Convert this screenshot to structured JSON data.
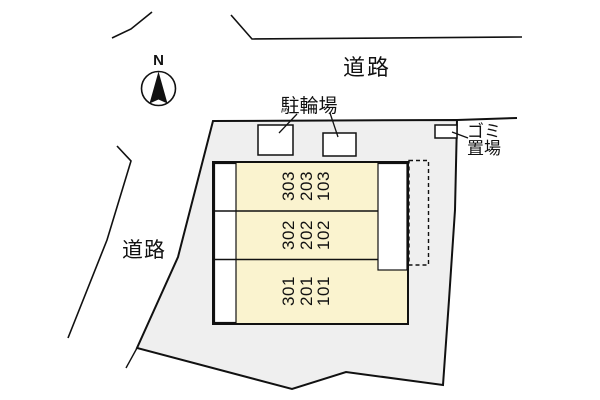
{
  "plan": {
    "north_label": "N",
    "roads": [
      {
        "label": "道路",
        "position": "top"
      },
      {
        "label": "道路",
        "position": "left"
      }
    ],
    "bicycle_parking": {
      "label": "駐輪場",
      "spots": 2
    },
    "garbage_area": {
      "label": "ゴミ置場",
      "label_lines": [
        "ゴミ",
        "置場"
      ]
    },
    "building": {
      "rows": [
        {
          "units": [
            "303",
            "203",
            "103"
          ],
          "display": "303\n203\n103"
        },
        {
          "units": [
            "302",
            "202",
            "102"
          ],
          "display": "302\n202\n102"
        },
        {
          "units": [
            "301",
            "201",
            "101"
          ],
          "display": "301\n201\n101"
        }
      ]
    },
    "colors": {
      "parcel_fill": "#efefef",
      "building_fill": "#faf3cf",
      "line": "#111111"
    }
  }
}
